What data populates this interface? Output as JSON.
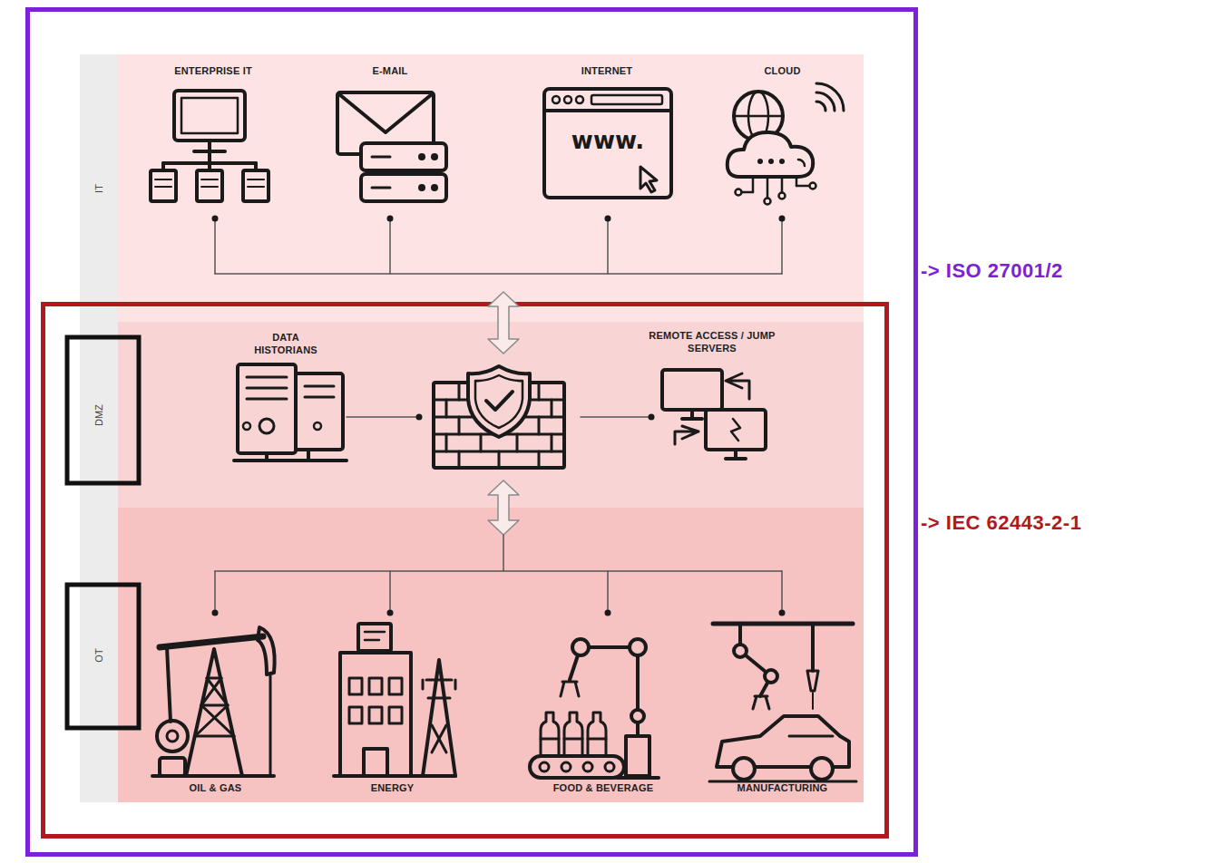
{
  "diagram": {
    "nodes": [
      {
        "text": [
          "-> ISO 27001/2"
        ]
      },
      {
        "text": [
          "IT"
        ],
        "in": 0
      },
      {
        "text": [
          "ENTERPRISE IT"
        ],
        "in": 1
      },
      {
        "text": [
          "E-MAIL"
        ],
        "in": 1
      },
      {
        "text": [
          "INTERNET"
        ],
        "in": 1
      },
      {
        "text": [
          "CLOUD"
        ],
        "in": 1
      },
      {
        "text": [
          "-> IEC 62443-2-1"
        ],
        "in": 0
      },
      {
        "text": [
          "DMZ"
        ],
        "in": 6
      },
      {
        "text": [
          "DATA HISTORIANS"
        ],
        "in": 7
      },
      {
        "text": [
          "REMOTE ACCESS / JUMP SERVERS"
        ],
        "in": 7
      },
      {
        "text": [
          "OT"
        ],
        "in": 6
      },
      {
        "text": [
          "OIL & GAS"
        ],
        "in": 10
      },
      {
        "text": [
          "ENERGY"
        ],
        "in": 10
      },
      {
        "text": [
          "FOOD & BEVERAGE"
        ],
        "in": 10
      },
      {
        "text": [
          "MANUFACTURING"
        ],
        "in": 10
      }
    ],
    "labels": [
      "www."
    ]
  }
}
